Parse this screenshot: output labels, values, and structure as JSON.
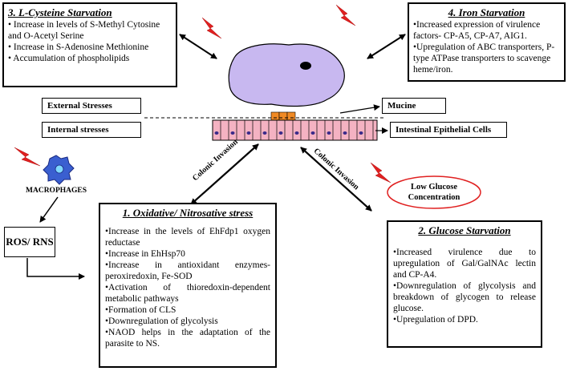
{
  "cysteine": {
    "title": "3. L-Cysteine Starvation",
    "items": [
      "• Increase in levels of S-Methyl Cytosine and O-Acetyl Serine",
      "• Increase in S-Adenosine Methionine",
      "• Accumulation of phospholipids"
    ]
  },
  "iron": {
    "title": "4. Iron Starvation",
    "items": [
      "•Increased expression of virulence factors- CP-A5, CP-A7, AIG1.",
      "•Upregulation of ABC transporters, P-type ATPase transporters to scavenge heme/iron."
    ]
  },
  "labels": {
    "external": "External Stresses",
    "internal": "Internal stresses",
    "mucine": "Mucine",
    "epithelial": "Intestinal Epithelial Cells",
    "macrophages": "MACROPHAGES",
    "ros": "ROS/ RNS",
    "low_glucose": "Low Glucose Concentration",
    "colonic_left": "Colonic Invasion",
    "colonic_right": "Colonic Invasion"
  },
  "oxidative": {
    "title": "1. Oxidative/ Nitrosative stress",
    "items": [
      "•Increase in the levels of EhFdp1 oxygen reductase",
      "•Increase in EhHsp70",
      "•Increase in antioxidant enzymes- peroxiredoxin, Fe-SOD",
      "•Activation of thioredoxin-dependent metabolic pathways",
      "•Formation of CLS",
      "•Downregulation of glycolysis",
      "•NAOD helps in the adaptation of the parasite to NS."
    ]
  },
  "glucose": {
    "title": "2. Glucose Starvation",
    "items": [
      "•Increased virulence due to upregulation of Gal/GalNAc lectin and CP-A4.",
      "•Downregulation of glycolysis and breakdown of glycogen to release glucose.",
      "•Upregulation of DPD."
    ]
  }
}
